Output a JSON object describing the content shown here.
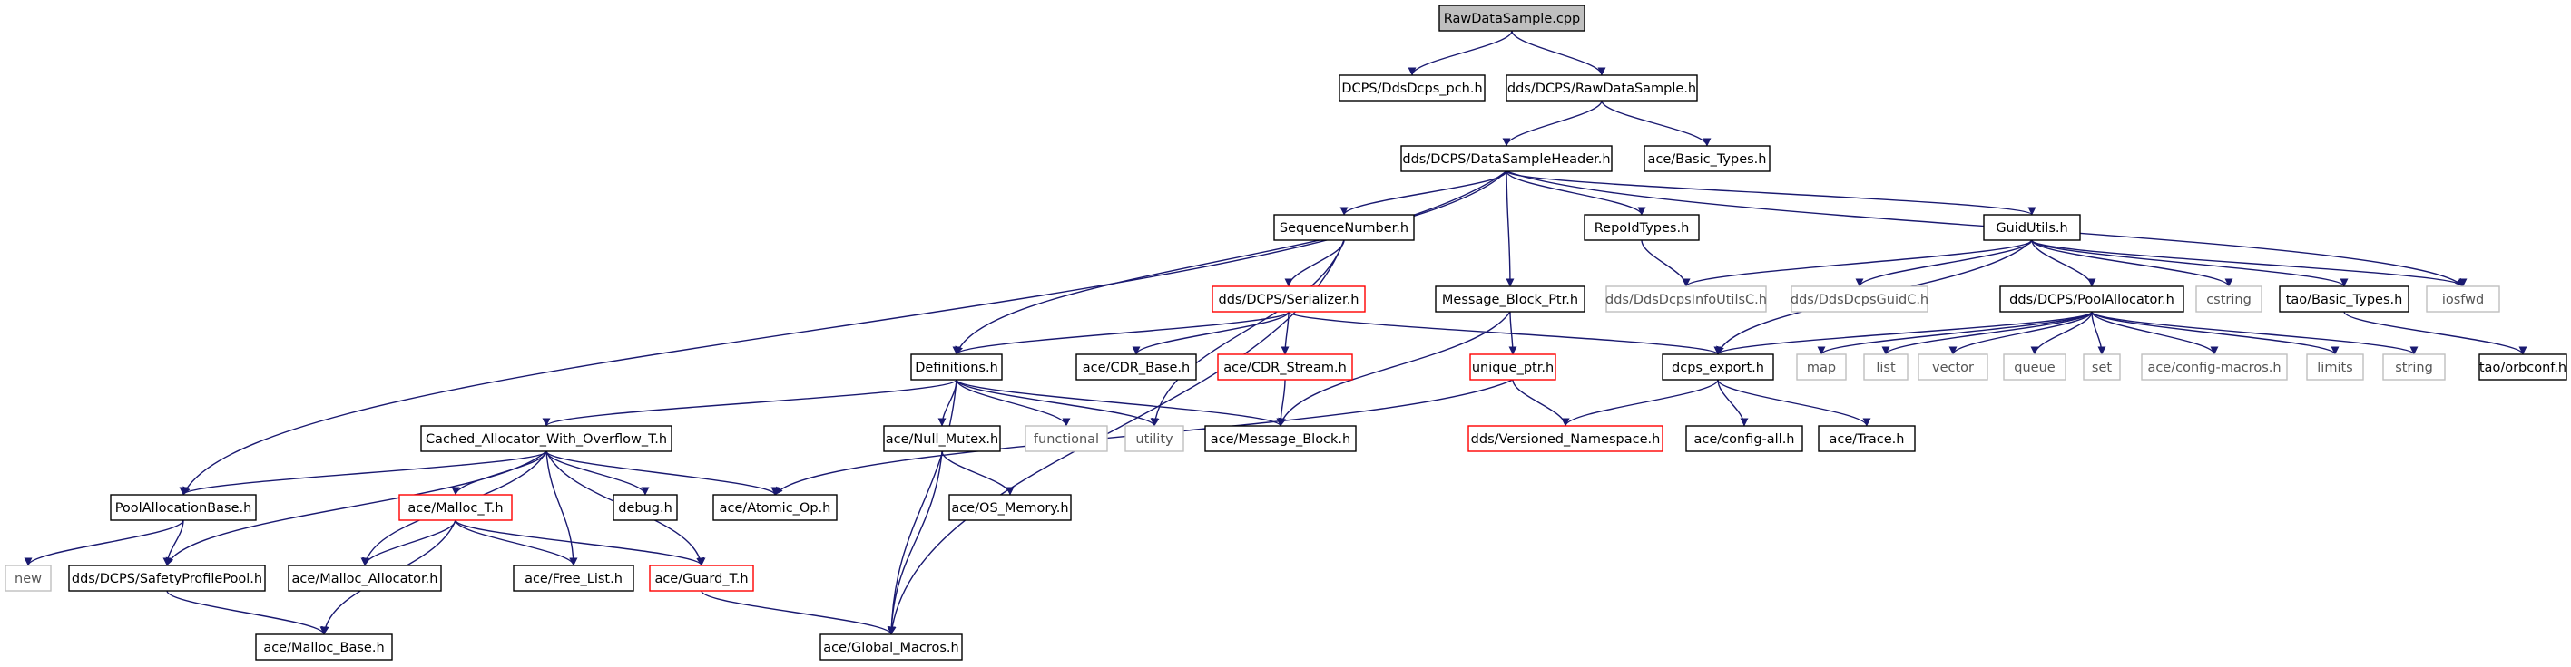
{
  "graph": {
    "colors": {
      "edge": "#191970",
      "root_fill": "#bfbfbf",
      "truncated_border": "#ff0000",
      "external_border": "#bfbfbf"
    },
    "nodes": [
      {
        "id": "raw_cpp",
        "label": "RawDataSample.cpp",
        "kind": "root"
      },
      {
        "id": "dds_pch",
        "label": "DCPS/DdsDcps_pch.h",
        "kind": "normal"
      },
      {
        "id": "raw_h",
        "label": "dds/DCPS/RawDataSample.h",
        "kind": "normal"
      },
      {
        "id": "dsh",
        "label": "dds/DCPS/DataSampleHeader.h",
        "kind": "normal"
      },
      {
        "id": "ace_basic",
        "label": "ace/Basic_Types.h",
        "kind": "normal"
      },
      {
        "id": "seqnum",
        "label": "SequenceNumber.h",
        "kind": "normal"
      },
      {
        "id": "repoid",
        "label": "RepoIdTypes.h",
        "kind": "normal"
      },
      {
        "id": "guid",
        "label": "GuidUtils.h",
        "kind": "normal"
      },
      {
        "id": "serializer",
        "label": "dds/DCPS/Serializer.h",
        "kind": "truncated"
      },
      {
        "id": "mbptr",
        "label": "Message_Block_Ptr.h",
        "kind": "normal"
      },
      {
        "id": "infoutils",
        "label": "dds/DdsDcpsInfoUtilsC.h",
        "kind": "external"
      },
      {
        "id": "guidc",
        "label": "dds/DdsDcpsGuidC.h",
        "kind": "external"
      },
      {
        "id": "poolalloc",
        "label": "dds/DCPS/PoolAllocator.h",
        "kind": "normal"
      },
      {
        "id": "cstring",
        "label": "cstring",
        "kind": "external"
      },
      {
        "id": "tao_basic",
        "label": "tao/Basic_Types.h",
        "kind": "normal"
      },
      {
        "id": "iosfwd",
        "label": "iosfwd",
        "kind": "external"
      },
      {
        "id": "definitions",
        "label": "Definitions.h",
        "kind": "normal"
      },
      {
        "id": "cdr_base",
        "label": "ace/CDR_Base.h",
        "kind": "normal"
      },
      {
        "id": "cdr_stream",
        "label": "ace/CDR_Stream.h",
        "kind": "truncated"
      },
      {
        "id": "unique_ptr",
        "label": "unique_ptr.h",
        "kind": "truncated"
      },
      {
        "id": "dcps_export",
        "label": "dcps_export.h",
        "kind": "normal"
      },
      {
        "id": "map",
        "label": "map",
        "kind": "external"
      },
      {
        "id": "list",
        "label": "list",
        "kind": "external"
      },
      {
        "id": "vector",
        "label": "vector",
        "kind": "external"
      },
      {
        "id": "queue",
        "label": "queue",
        "kind": "external"
      },
      {
        "id": "set",
        "label": "set",
        "kind": "external"
      },
      {
        "id": "config_macros",
        "label": "ace/config-macros.h",
        "kind": "external"
      },
      {
        "id": "limits",
        "label": "limits",
        "kind": "external"
      },
      {
        "id": "string",
        "label": "string",
        "kind": "external"
      },
      {
        "id": "orbconf",
        "label": "tao/orbconf.h",
        "kind": "normal"
      },
      {
        "id": "cached",
        "label": "Cached_Allocator_With_Overflow_T.h",
        "kind": "normal"
      },
      {
        "id": "null_mutex",
        "label": "ace/Null_Mutex.h",
        "kind": "normal"
      },
      {
        "id": "functional",
        "label": "functional",
        "kind": "external"
      },
      {
        "id": "utility",
        "label": "utility",
        "kind": "external"
      },
      {
        "id": "message_block",
        "label": "ace/Message_Block.h",
        "kind": "normal"
      },
      {
        "id": "versioned",
        "label": "dds/Versioned_Namespace.h",
        "kind": "truncated"
      },
      {
        "id": "config_all",
        "label": "ace/config-all.h",
        "kind": "normal"
      },
      {
        "id": "trace",
        "label": "ace/Trace.h",
        "kind": "normal"
      },
      {
        "id": "pool_base",
        "label": "PoolAllocationBase.h",
        "kind": "normal"
      },
      {
        "id": "malloc_t",
        "label": "ace/Malloc_T.h",
        "kind": "truncated"
      },
      {
        "id": "debug",
        "label": "debug.h",
        "kind": "normal"
      },
      {
        "id": "atomic_op",
        "label": "ace/Atomic_Op.h",
        "kind": "normal"
      },
      {
        "id": "os_memory",
        "label": "ace/OS_Memory.h",
        "kind": "normal"
      },
      {
        "id": "new",
        "label": "new",
        "kind": "external"
      },
      {
        "id": "safety_pool",
        "label": "dds/DCPS/SafetyProfilePool.h",
        "kind": "normal"
      },
      {
        "id": "malloc_alloc",
        "label": "ace/Malloc_Allocator.h",
        "kind": "normal"
      },
      {
        "id": "free_list",
        "label": "ace/Free_List.h",
        "kind": "normal"
      },
      {
        "id": "guard_t",
        "label": "ace/Guard_T.h",
        "kind": "truncated"
      },
      {
        "id": "malloc_base",
        "label": "ace/Malloc_Base.h",
        "kind": "normal"
      },
      {
        "id": "global_macros",
        "label": "ace/Global_Macros.h",
        "kind": "normal"
      }
    ],
    "edges": [
      [
        "raw_cpp",
        "dds_pch"
      ],
      [
        "raw_cpp",
        "raw_h"
      ],
      [
        "raw_h",
        "dsh"
      ],
      [
        "raw_h",
        "ace_basic"
      ],
      [
        "dsh",
        "pool_base"
      ],
      [
        "dsh",
        "definitions"
      ],
      [
        "dsh",
        "seqnum"
      ],
      [
        "dsh",
        "mbptr"
      ],
      [
        "dsh",
        "repoid"
      ],
      [
        "dsh",
        "guid"
      ],
      [
        "dsh",
        "iosfwd"
      ],
      [
        "seqnum",
        "serializer"
      ],
      [
        "seqnum",
        "utility"
      ],
      [
        "seqnum",
        "global_macros"
      ],
      [
        "repoid",
        "infoutils"
      ],
      [
        "guid",
        "infoutils"
      ],
      [
        "guid",
        "guidc"
      ],
      [
        "guid",
        "poolalloc"
      ],
      [
        "guid",
        "dcps_export"
      ],
      [
        "guid",
        "cstring"
      ],
      [
        "guid",
        "tao_basic"
      ],
      [
        "guid",
        "iosfwd"
      ],
      [
        "serializer",
        "definitions"
      ],
      [
        "serializer",
        "cdr_base"
      ],
      [
        "serializer",
        "cdr_stream"
      ],
      [
        "serializer",
        "dcps_export"
      ],
      [
        "mbptr",
        "unique_ptr"
      ],
      [
        "mbptr",
        "message_block"
      ],
      [
        "poolalloc",
        "dcps_export"
      ],
      [
        "poolalloc",
        "map"
      ],
      [
        "poolalloc",
        "list"
      ],
      [
        "poolalloc",
        "vector"
      ],
      [
        "poolalloc",
        "queue"
      ],
      [
        "poolalloc",
        "set"
      ],
      [
        "poolalloc",
        "config_macros"
      ],
      [
        "poolalloc",
        "limits"
      ],
      [
        "poolalloc",
        "string"
      ],
      [
        "tao_basic",
        "orbconf"
      ],
      [
        "definitions",
        "cached"
      ],
      [
        "definitions",
        "null_mutex"
      ],
      [
        "definitions",
        "functional"
      ],
      [
        "definitions",
        "utility"
      ],
      [
        "definitions",
        "message_block"
      ],
      [
        "definitions",
        "global_macros"
      ],
      [
        "cdr_stream",
        "message_block"
      ],
      [
        "unique_ptr",
        "versioned"
      ],
      [
        "unique_ptr",
        "atomic_op"
      ],
      [
        "dcps_export",
        "versioned"
      ],
      [
        "dcps_export",
        "config_all"
      ],
      [
        "dcps_export",
        "trace"
      ],
      [
        "cached",
        "pool_base"
      ],
      [
        "cached",
        "safety_pool"
      ],
      [
        "cached",
        "malloc_alloc"
      ],
      [
        "cached",
        "malloc_t"
      ],
      [
        "cached",
        "free_list"
      ],
      [
        "cached",
        "debug"
      ],
      [
        "cached",
        "guard_t"
      ],
      [
        "cached",
        "atomic_op"
      ],
      [
        "null_mutex",
        "os_memory"
      ],
      [
        "null_mutex",
        "global_macros"
      ],
      [
        "pool_base",
        "new"
      ],
      [
        "pool_base",
        "safety_pool"
      ],
      [
        "malloc_t",
        "malloc_alloc"
      ],
      [
        "malloc_t",
        "free_list"
      ],
      [
        "malloc_t",
        "guard_t"
      ],
      [
        "malloc_t",
        "malloc_base"
      ],
      [
        "safety_pool",
        "malloc_base"
      ],
      [
        "guard_t",
        "global_macros"
      ]
    ]
  }
}
